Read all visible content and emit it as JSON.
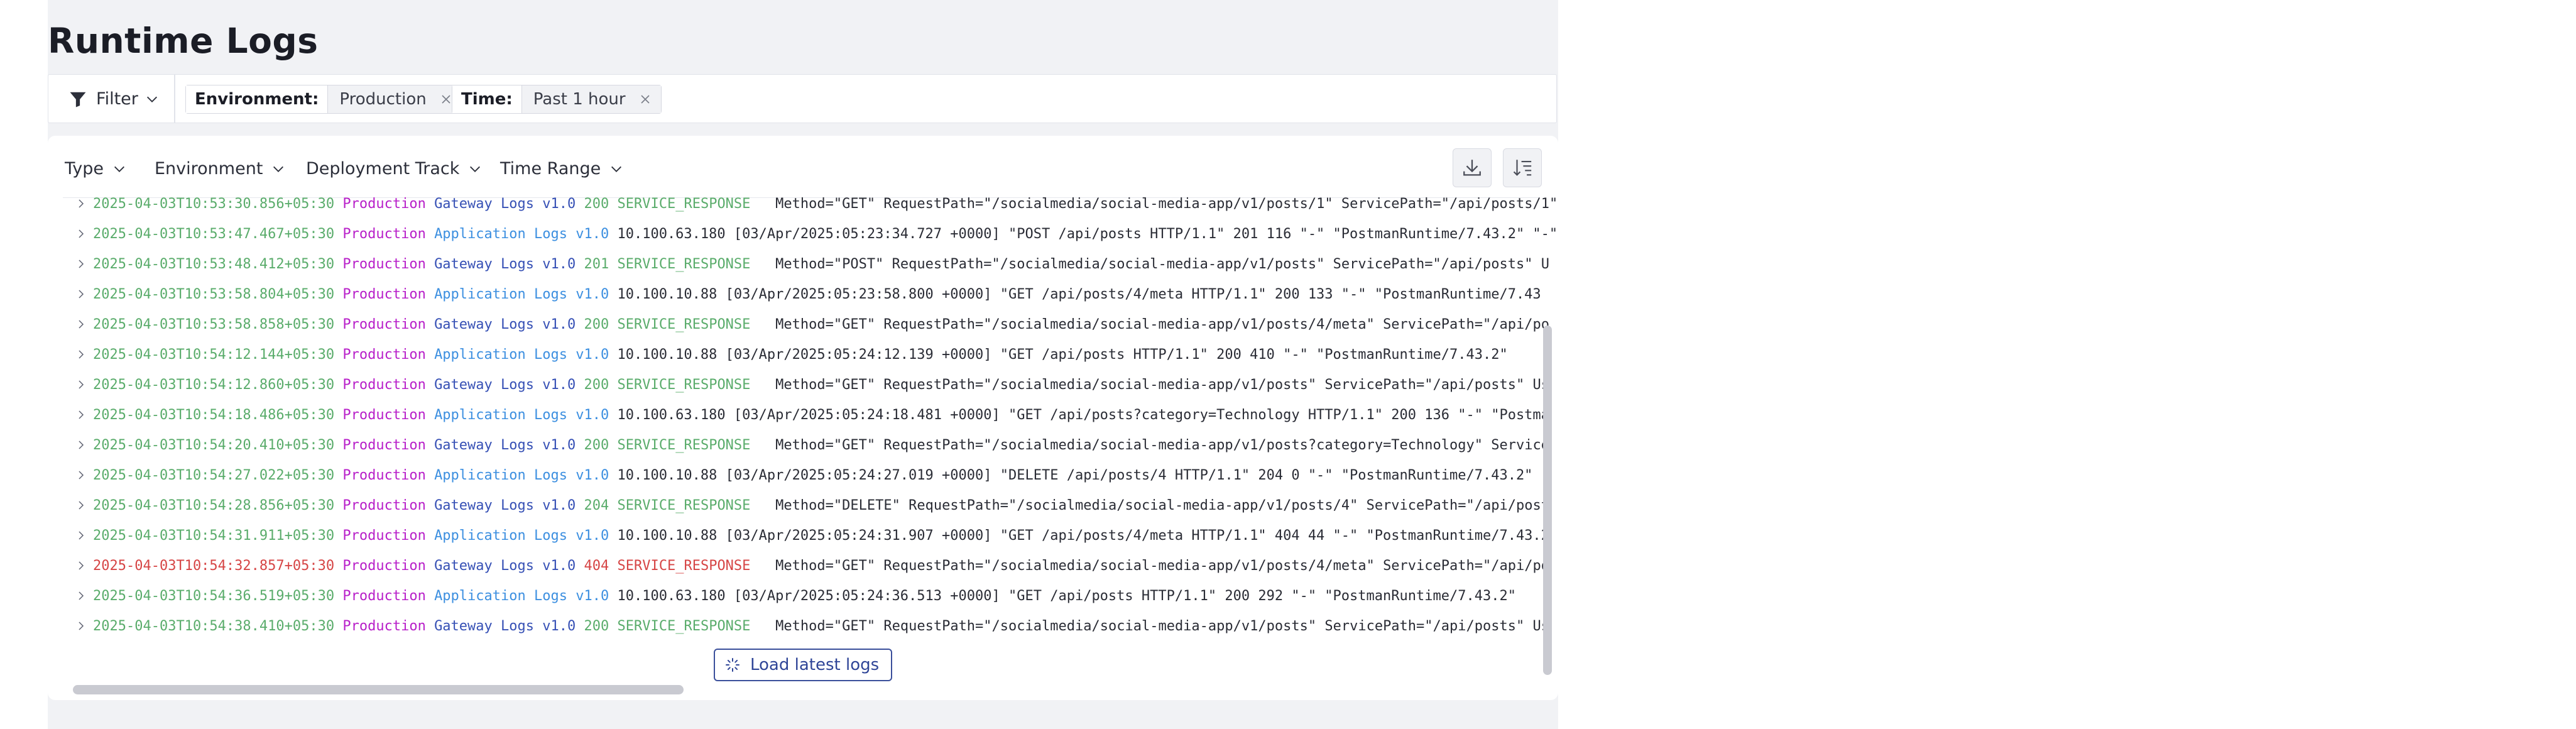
{
  "page": {
    "title": "Runtime Logs"
  },
  "filter_bar": {
    "filter_label": "Filter",
    "chips": [
      {
        "key": "Environment:",
        "value": "Production"
      },
      {
        "key": "Time:",
        "value": "Past 1 hour"
      }
    ]
  },
  "columns": {
    "type": "Type",
    "environment": "Environment",
    "deployment_track": "Deployment Track",
    "time_range": "Time Range"
  },
  "toolbar": {
    "download_icon": "download-icon",
    "sort_icon": "sort-descending-icon"
  },
  "logs": [
    {
      "timestamp": "2025-04-03T10:53:30.856+05:30",
      "env": "Production",
      "kind": "gateway",
      "source": "Gateway Logs",
      "version": "v1.0",
      "status": "200",
      "type": "SERVICE_RESPONSE",
      "message": "Method=\"GET\" RequestPath=\"/socialmedia/social-media-app/v1/posts/1\" ServicePath=\"/api/posts/1\"",
      "error": false
    },
    {
      "timestamp": "2025-04-03T10:53:47.467+05:30",
      "env": "Production",
      "kind": "application",
      "source": "Application Logs",
      "version": "v1.0",
      "status": "",
      "type": "",
      "message": "10.100.63.180 [03/Apr/2025:05:23:34.727 +0000] \"POST /api/posts HTTP/1.1\" 201 116 \"-\" \"PostmanRuntime/7.43.2\" \"-\"",
      "error": false
    },
    {
      "timestamp": "2025-04-03T10:53:48.412+05:30",
      "env": "Production",
      "kind": "gateway",
      "source": "Gateway Logs",
      "version": "v1.0",
      "status": "201",
      "type": "SERVICE_RESPONSE",
      "message": "Method=\"POST\" RequestPath=\"/socialmedia/social-media-app/v1/posts\" ServicePath=\"/api/posts\" U",
      "error": false
    },
    {
      "timestamp": "2025-04-03T10:53:58.804+05:30",
      "env": "Production",
      "kind": "application",
      "source": "Application Logs",
      "version": "v1.0",
      "status": "",
      "type": "",
      "message": "10.100.10.88 [03/Apr/2025:05:23:58.800 +0000] \"GET /api/posts/4/meta HTTP/1.1\" 200 133 \"-\" \"PostmanRuntime/7.43",
      "error": false
    },
    {
      "timestamp": "2025-04-03T10:53:58.858+05:30",
      "env": "Production",
      "kind": "gateway",
      "source": "Gateway Logs",
      "version": "v1.0",
      "status": "200",
      "type": "SERVICE_RESPONSE",
      "message": "Method=\"GET\" RequestPath=\"/socialmedia/social-media-app/v1/posts/4/meta\" ServicePath=\"/api/po",
      "error": false
    },
    {
      "timestamp": "2025-04-03T10:54:12.144+05:30",
      "env": "Production",
      "kind": "application",
      "source": "Application Logs",
      "version": "v1.0",
      "status": "",
      "type": "",
      "message": "10.100.10.88 [03/Apr/2025:05:24:12.139 +0000] \"GET /api/posts HTTP/1.1\" 200 410 \"-\" \"PostmanRuntime/7.43.2\"",
      "error": false
    },
    {
      "timestamp": "2025-04-03T10:54:12.860+05:30",
      "env": "Production",
      "kind": "gateway",
      "source": "Gateway Logs",
      "version": "v1.0",
      "status": "200",
      "type": "SERVICE_RESPONSE",
      "message": "Method=\"GET\" RequestPath=\"/socialmedia/social-media-app/v1/posts\" ServicePath=\"/api/posts\" Us",
      "error": false
    },
    {
      "timestamp": "2025-04-03T10:54:18.486+05:30",
      "env": "Production",
      "kind": "application",
      "source": "Application Logs",
      "version": "v1.0",
      "status": "",
      "type": "",
      "message": "10.100.63.180 [03/Apr/2025:05:24:18.481 +0000] \"GET /api/posts?category=Technology HTTP/1.1\" 200 136 \"-\" \"Postma",
      "error": false
    },
    {
      "timestamp": "2025-04-03T10:54:20.410+05:30",
      "env": "Production",
      "kind": "gateway",
      "source": "Gateway Logs",
      "version": "v1.0",
      "status": "200",
      "type": "SERVICE_RESPONSE",
      "message": "Method=\"GET\" RequestPath=\"/socialmedia/social-media-app/v1/posts?category=Technology\" Service",
      "error": false
    },
    {
      "timestamp": "2025-04-03T10:54:27.022+05:30",
      "env": "Production",
      "kind": "application",
      "source": "Application Logs",
      "version": "v1.0",
      "status": "",
      "type": "",
      "message": "10.100.10.88 [03/Apr/2025:05:24:27.019 +0000] \"DELETE /api/posts/4 HTTP/1.1\" 204 0 \"-\" \"PostmanRuntime/7.43.2\"",
      "error": false
    },
    {
      "timestamp": "2025-04-03T10:54:28.856+05:30",
      "env": "Production",
      "kind": "gateway",
      "source": "Gateway Logs",
      "version": "v1.0",
      "status": "204",
      "type": "SERVICE_RESPONSE",
      "message": "Method=\"DELETE\" RequestPath=\"/socialmedia/social-media-app/v1/posts/4\" ServicePath=\"/api/post",
      "error": false
    },
    {
      "timestamp": "2025-04-03T10:54:31.911+05:30",
      "env": "Production",
      "kind": "application",
      "source": "Application Logs",
      "version": "v1.0",
      "status": "",
      "type": "",
      "message": "10.100.10.88 [03/Apr/2025:05:24:31.907 +0000] \"GET /api/posts/4/meta HTTP/1.1\" 404 44 \"-\" \"PostmanRuntime/7.43.2",
      "error": false
    },
    {
      "timestamp": "2025-04-03T10:54:32.857+05:30",
      "env": "Production",
      "kind": "gateway",
      "source": "Gateway Logs",
      "version": "v1.0",
      "status": "404",
      "type": "SERVICE_RESPONSE",
      "message": "Method=\"GET\" RequestPath=\"/socialmedia/social-media-app/v1/posts/4/meta\" ServicePath=\"/api/po",
      "error": true
    },
    {
      "timestamp": "2025-04-03T10:54:36.519+05:30",
      "env": "Production",
      "kind": "application",
      "source": "Application Logs",
      "version": "v1.0",
      "status": "",
      "type": "",
      "message": "10.100.63.180 [03/Apr/2025:05:24:36.513 +0000] \"GET /api/posts HTTP/1.1\" 200 292 \"-\" \"PostmanRuntime/7.43.2\"",
      "error": false
    },
    {
      "timestamp": "2025-04-03T10:54:38.410+05:30",
      "env": "Production",
      "kind": "gateway",
      "source": "Gateway Logs",
      "version": "v1.0",
      "status": "200",
      "type": "SERVICE_RESPONSE",
      "message": "Method=\"GET\" RequestPath=\"/socialmedia/social-media-app/v1/posts\" ServicePath=\"/api/posts\" Us",
      "error": false
    }
  ],
  "load_latest": {
    "label": "Load latest logs"
  },
  "colors": {
    "timestamp": "#5aac6b",
    "error": "#d64545",
    "environment": "#b81fc9",
    "gateway": "#3650b5",
    "application": "#3c8fe0",
    "accent": "#2f4597"
  }
}
